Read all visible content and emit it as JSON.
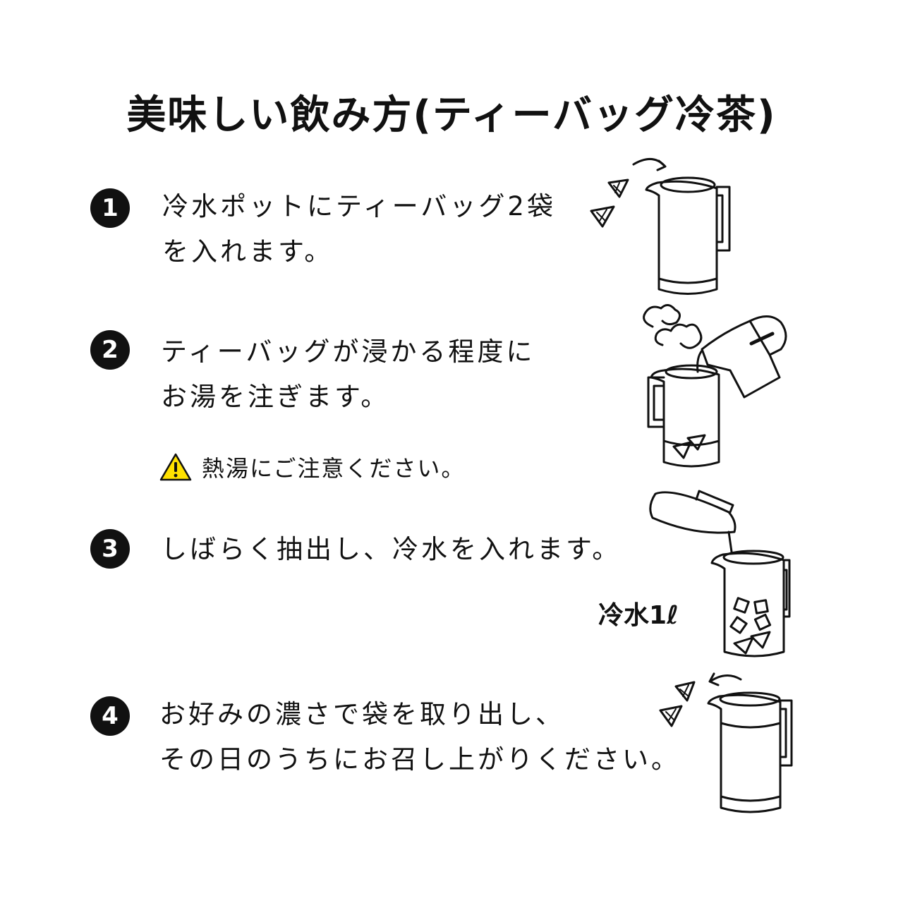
{
  "title": "美味しい飲み方(ティーバッグ冷茶)",
  "steps": [
    {
      "number": "1",
      "lines": [
        "冷水ポットにティーバッグ2袋",
        "を入れます。"
      ]
    },
    {
      "number": "2",
      "lines": [
        "ティーバッグが浸かる程度に",
        "お湯を注ぎます。"
      ]
    },
    {
      "number": "3",
      "lines": [
        "しばらく抽出し、冷水を入れます。"
      ]
    },
    {
      "number": "4",
      "lines": [
        "お好みの濃さで袋を取り出し、",
        "その日のうちにお召し上がりください。"
      ]
    }
  ],
  "caution": {
    "icon": "warning-triangle-icon",
    "text": "熱湯にご注意ください。",
    "icon_color": "#FFE100"
  },
  "illustration_label": "冷水1ℓ"
}
